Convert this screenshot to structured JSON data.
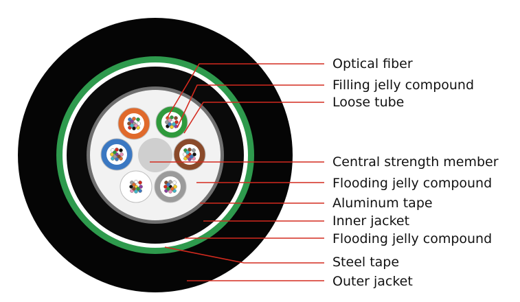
{
  "colors": {
    "outer_jacket": "#050505",
    "steel_tape": "#2e9a4d",
    "flooding_gap": "#ffffff",
    "inner_jacket": "#0a0a0a",
    "aluminum_tape": "#6f6f6f",
    "core_fill": "#f2f2f2",
    "central_member": "#cfcfcf",
    "leader_line": "#d42a1e",
    "label_text": "#111111"
  },
  "tubes": [
    {
      "name": "orange-loose-tube",
      "color": "#e06a2c"
    },
    {
      "name": "green-loose-tube",
      "color": "#2f9a3c"
    },
    {
      "name": "brown-loose-tube",
      "color": "#8a4a2a"
    },
    {
      "name": "gray-loose-tube",
      "color": "#9b9b9b"
    },
    {
      "name": "white-loose-tube",
      "color": "#ffffff"
    },
    {
      "name": "blue-loose-tube",
      "color": "#3b78c2"
    }
  ],
  "fiber_colors": [
    "#3b78c2",
    "#e06a2c",
    "#2f9a3c",
    "#8a4a2a",
    "#9b9b9b",
    "#ffffff",
    "#d42a1e",
    "#111111",
    "#f2d12c",
    "#8a3fa0",
    "#e98fb6",
    "#3fb7c8"
  ],
  "labels": [
    {
      "id": "optical-fiber",
      "text": "Optical fiber"
    },
    {
      "id": "filling-jelly-compound",
      "text": "Filling jelly compound"
    },
    {
      "id": "loose-tube",
      "text": "Loose tube"
    },
    {
      "id": "central-strength-member",
      "text": "Central strength member"
    },
    {
      "id": "flooding-jelly-compound-inner",
      "text": "Flooding jelly compound"
    },
    {
      "id": "aluminum-tape",
      "text": "Aluminum tape"
    },
    {
      "id": "inner-jacket",
      "text": "Inner jacket"
    },
    {
      "id": "flooding-jelly-compound-outer",
      "text": "Flooding jelly compound"
    },
    {
      "id": "steel-tape",
      "text": "Steel tape"
    },
    {
      "id": "outer-jacket",
      "text": "Outer jacket"
    }
  ]
}
